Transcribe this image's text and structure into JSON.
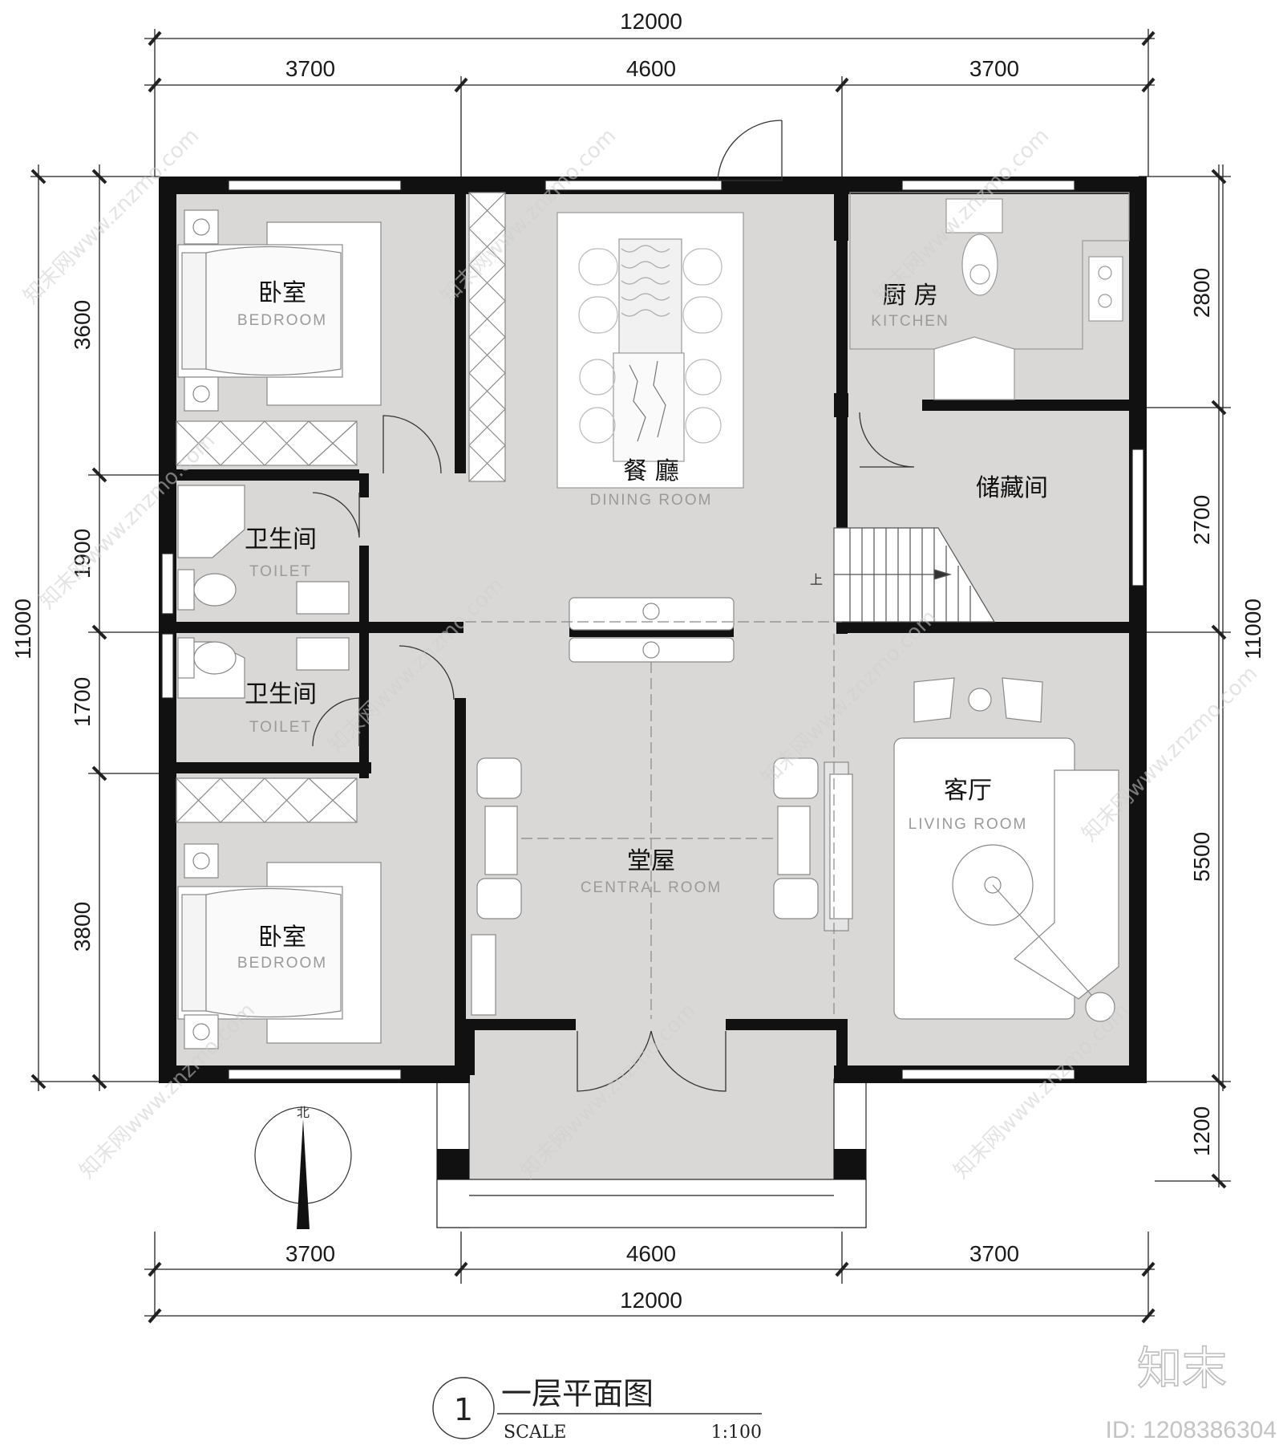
{
  "dimensions": {
    "top_total": "12000",
    "top_segments": [
      "3700",
      "4600",
      "3700"
    ],
    "bottom_segments": [
      "3700",
      "4600",
      "3700"
    ],
    "bottom_total": "12000",
    "left_total": "11000",
    "left_segments": [
      "3600",
      "1900",
      "1700",
      "3800"
    ],
    "right_total": "11000",
    "right_segments": [
      "2800",
      "2700",
      "5500",
      "1200"
    ]
  },
  "rooms": {
    "bedroom_top": {
      "cn": "卧室",
      "en": "BEDROOM"
    },
    "bedroom_bottom": {
      "cn": "卧室",
      "en": "BEDROOM"
    },
    "toilet_top": {
      "cn": "卫生间",
      "en": "TOILET"
    },
    "toilet_bottom": {
      "cn": "卫生间",
      "en": "TOILET"
    },
    "dining": {
      "cn": "餐 廳",
      "en": "DINING ROOM"
    },
    "kitchen": {
      "cn": "厨 房",
      "en": "KITCHEN"
    },
    "storage": {
      "cn": "储藏间"
    },
    "living": {
      "cn": "客厅",
      "en": "LIVING ROOM"
    },
    "central": {
      "cn": "堂屋",
      "en": "CENTRAL ROOM"
    }
  },
  "stair_label": "上",
  "north_label": "北",
  "title": {
    "number": "1",
    "name": "一层平面图",
    "scale_label": "SCALE",
    "scale_value": "1:100"
  },
  "watermark": {
    "text": "知末网www.znzmo.com",
    "logo": "知末",
    "id": "ID: 1208386304"
  },
  "colors": {
    "wall": "#111111",
    "floor": "#d9d8d6",
    "furniture": "#ffffff"
  }
}
